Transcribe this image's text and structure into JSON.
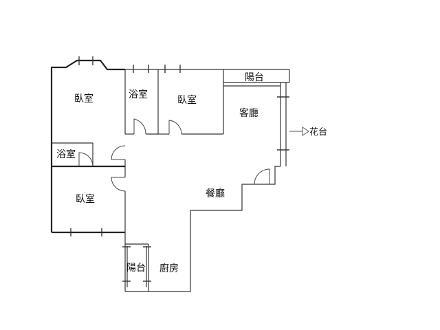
{
  "rooms": {
    "bedroom_1": "臥室",
    "bathroom_1": "浴室",
    "bedroom_2": "臥室",
    "bathroom_2": "浴室",
    "bedroom_3": "臥室",
    "living_room": "客廳",
    "dining_room": "餐廳",
    "kitchen": "廚房",
    "balcony_top": "陽台",
    "balcony_bottom": "陽台"
  },
  "annotations": {
    "garden_terrace": "花台"
  }
}
